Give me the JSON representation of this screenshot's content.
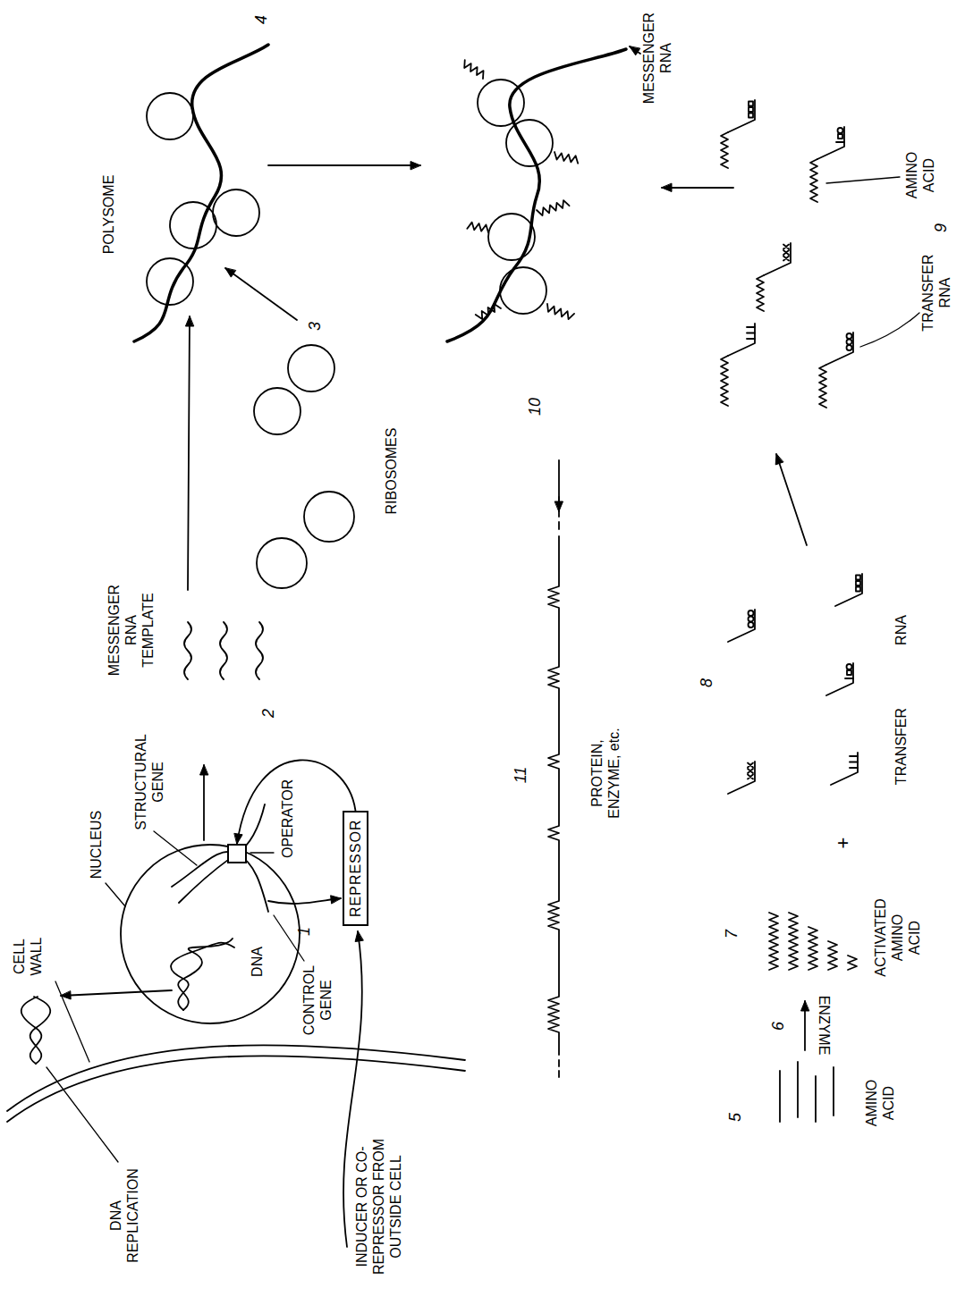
{
  "diagram": {
    "nodes": [
      {
        "text": [
          "OPERATOR"
        ]
      },
      {
        "text": [
          "REPRESSOR"
        ]
      }
    ],
    "edges": [
      {
        "from": 1,
        "to": 0,
        "arrow": "to"
      }
    ],
    "labels": [
      "CELL WALL",
      "DNA REPLICATION",
      "NUCLEUS",
      "STRUCTURAL GENE",
      "DNA",
      "1",
      "CONTROL GENE",
      "INDUCER OR CO-REPRESSOR FROM OUTSIDE CELL",
      "MESSENGER RNA TEMPLATE",
      "2",
      "RIBOSOMES",
      "3",
      "POLYSOME",
      "4",
      "MESSENGER RNA",
      "10",
      "11",
      "PROTEIN, ENZYME, etc.",
      "5",
      "AMINO ACID",
      "6",
      "ENZYME",
      "7",
      "ACTIVATED AMINO ACID",
      "+",
      "8",
      "TRANSFER",
      "RNA",
      "TRANSFER RNA",
      "9",
      "AMINO ACID"
    ]
  }
}
